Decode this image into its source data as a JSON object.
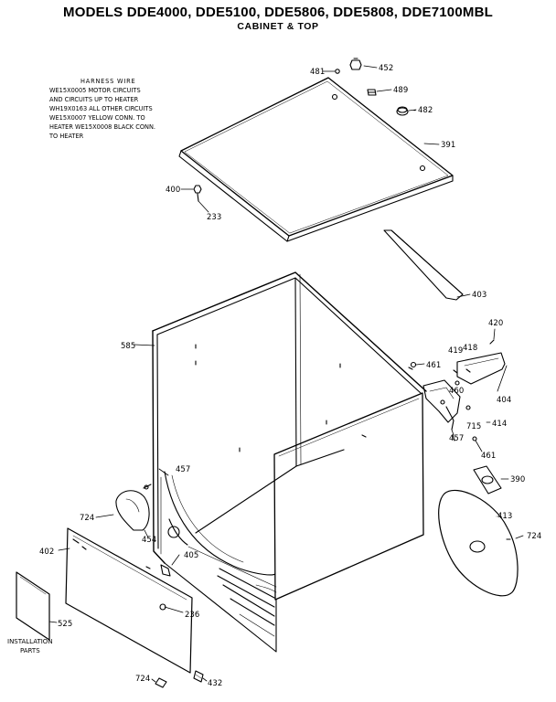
{
  "header": {
    "title": "MODELS DDE4000, DDE5100, DDE5806, DDE5808, DDE7100MBL",
    "subtitle": "CABINET & TOP"
  },
  "harness_note": {
    "heading": "HARNESS WIRE",
    "lines": [
      "WE15X0005 MOTOR CIRCUITS",
      "AND CIRCUITS UP TO HEATER",
      "WH19X0163 ALL OTHER CIRCUITS",
      "WE15X0007 YELLOW CONN. TO",
      "HEATER WE15X0008 BLACK CONN.",
      "TO HEATER"
    ]
  },
  "parts": {
    "p481": "481",
    "p452": "452",
    "p489": "489",
    "p482": "482",
    "p391": "391",
    "p400": "400",
    "p233": "233",
    "p403": "403",
    "p585": "585",
    "p420": "420",
    "p419": "419",
    "p418": "418",
    "p461a": "461",
    "p460": "460",
    "p404": "404",
    "p715": "715",
    "p414": "414",
    "p457a": "457",
    "p461b": "461",
    "p457b": "457",
    "p390": "390",
    "p724a": "724",
    "p454": "454",
    "p413": "413",
    "p724b": "724",
    "p402": "402",
    "p405": "405",
    "p236": "236",
    "p525": "525",
    "p724c": "724",
    "p432": "432"
  },
  "installation_label": [
    "INSTALLATION",
    "PARTS"
  ]
}
